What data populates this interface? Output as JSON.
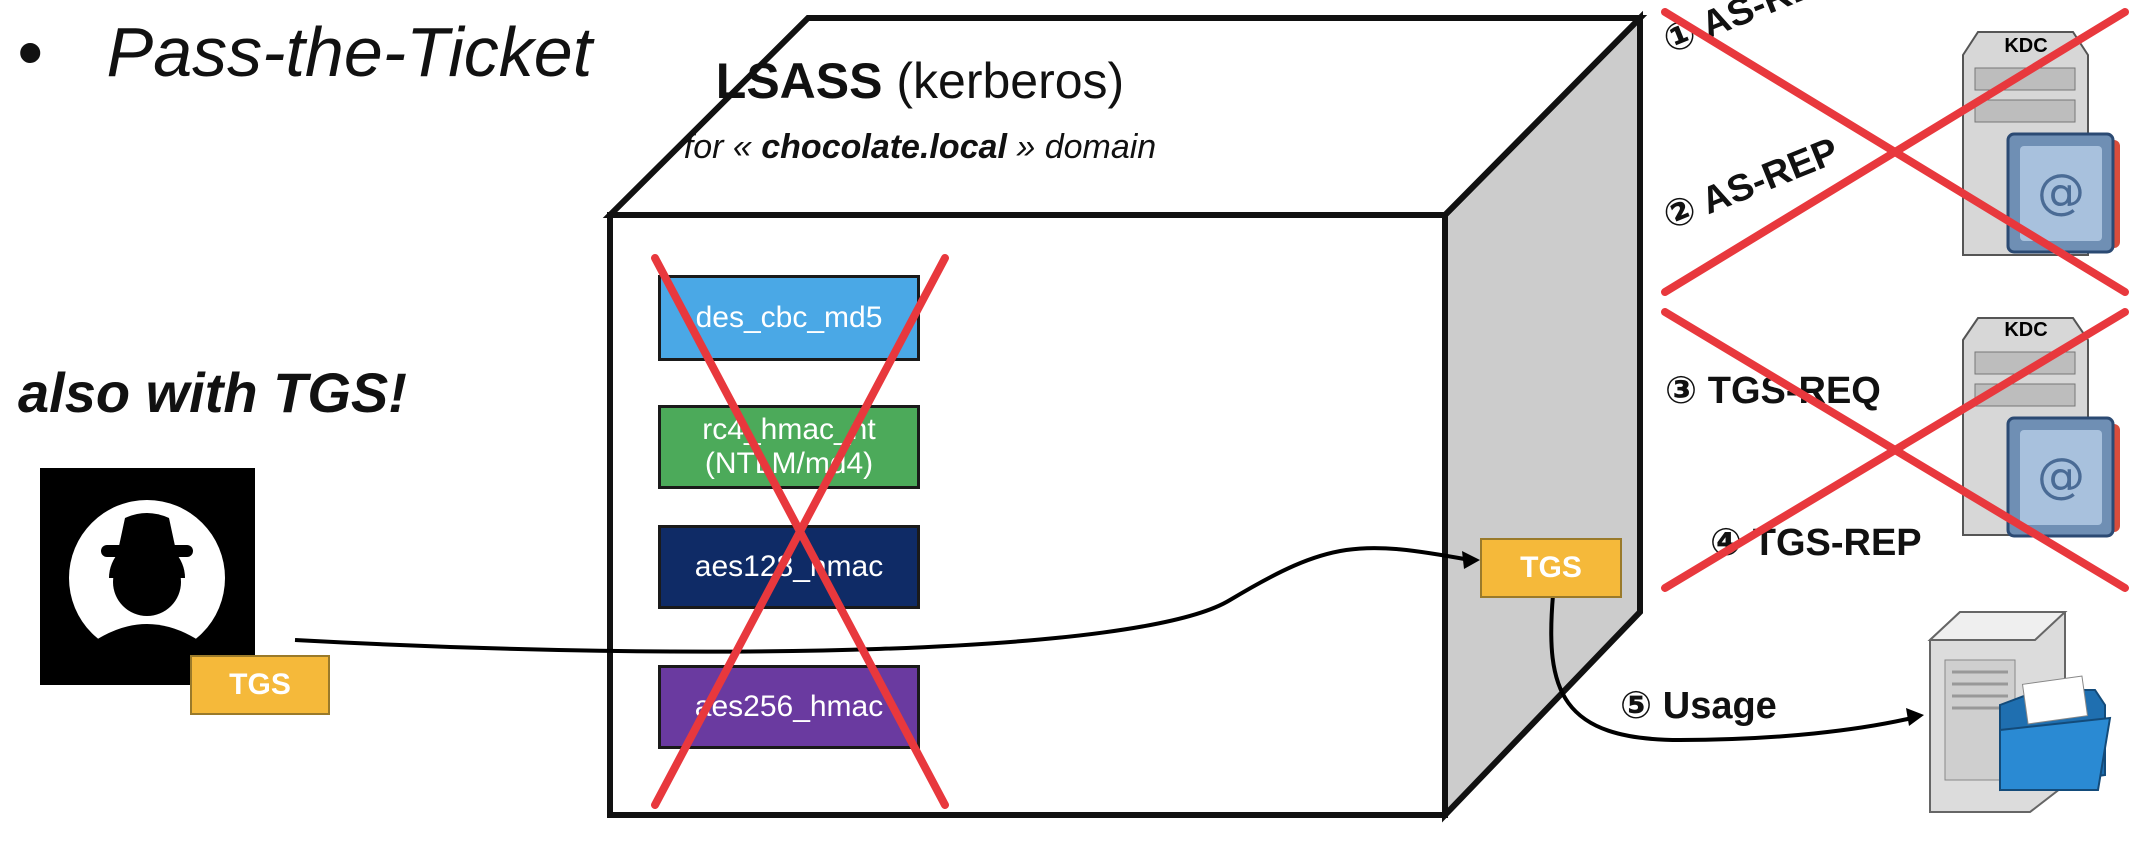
{
  "bullet": {
    "dot": "•",
    "text": "Pass-the-Ticket"
  },
  "side_note": "also with TGS!",
  "lsass_box": {
    "title_bold": "LSASS",
    "title_rest": " (kerberos)",
    "subtitle_pre": "for « ",
    "subtitle_bold": "chocolate.local",
    "subtitle_post": " » domain",
    "keys": [
      {
        "line1": "des_cbc_md5",
        "line2": "",
        "color": "#4aa8e6"
      },
      {
        "line1": "rc4_hmac_nt",
        "line2": "(NTLM/md4)",
        "color": "#4caa5a"
      },
      {
        "line1": "aes128_hmac",
        "line2": "",
        "color": "#0f2b66"
      },
      {
        "line1": "aes256_hmac",
        "line2": "",
        "color": "#6a3aa0"
      }
    ]
  },
  "tickets": {
    "attacker": "TGS",
    "in_box": "TGS"
  },
  "kdc_label_1": "KDC",
  "kdc_label_2": "KDC",
  "steps": [
    {
      "num": "①",
      "label": "AS-REQ"
    },
    {
      "num": "②",
      "label": "AS-REP"
    },
    {
      "num": "③",
      "label": "TGS-REQ"
    },
    {
      "num": "④",
      "label": "TGS-REP"
    },
    {
      "num": "⑤",
      "label": "Usage"
    }
  ],
  "colors": {
    "cross": "#e8383d",
    "ticket": "#f5b93a",
    "box_side": "#cccccc"
  }
}
